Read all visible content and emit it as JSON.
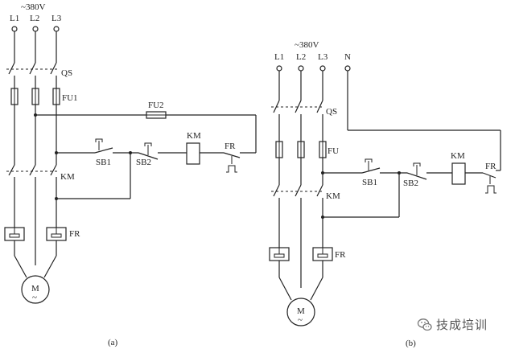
{
  "diagram_a": {
    "voltage": "~380V",
    "phases": [
      "L1",
      "L2",
      "L3"
    ],
    "qs": "QS",
    "fu1": "FU1",
    "fu2": "FU2",
    "km_contacts": "KM",
    "fr_heater": "FR",
    "sb1": "SB1",
    "sb2": "SB2",
    "km_coil": "KM",
    "fr_contact": "FR",
    "motor": "M",
    "motor_sub": "~",
    "caption": "(a)"
  },
  "diagram_b": {
    "voltage": "~380V",
    "phases": [
      "L1",
      "L2",
      "L3",
      "N"
    ],
    "qs": "QS",
    "fu": "FU",
    "km_contacts": "KM",
    "fr_heater": "FR",
    "sb1": "SB1",
    "sb2": "SB2",
    "km_coil": "KM",
    "fr_contact": "FR",
    "motor": "M",
    "motor_sub": "~",
    "caption": "(b)"
  },
  "watermark": {
    "text": "技成培训",
    "icon": "wechat-icon"
  }
}
